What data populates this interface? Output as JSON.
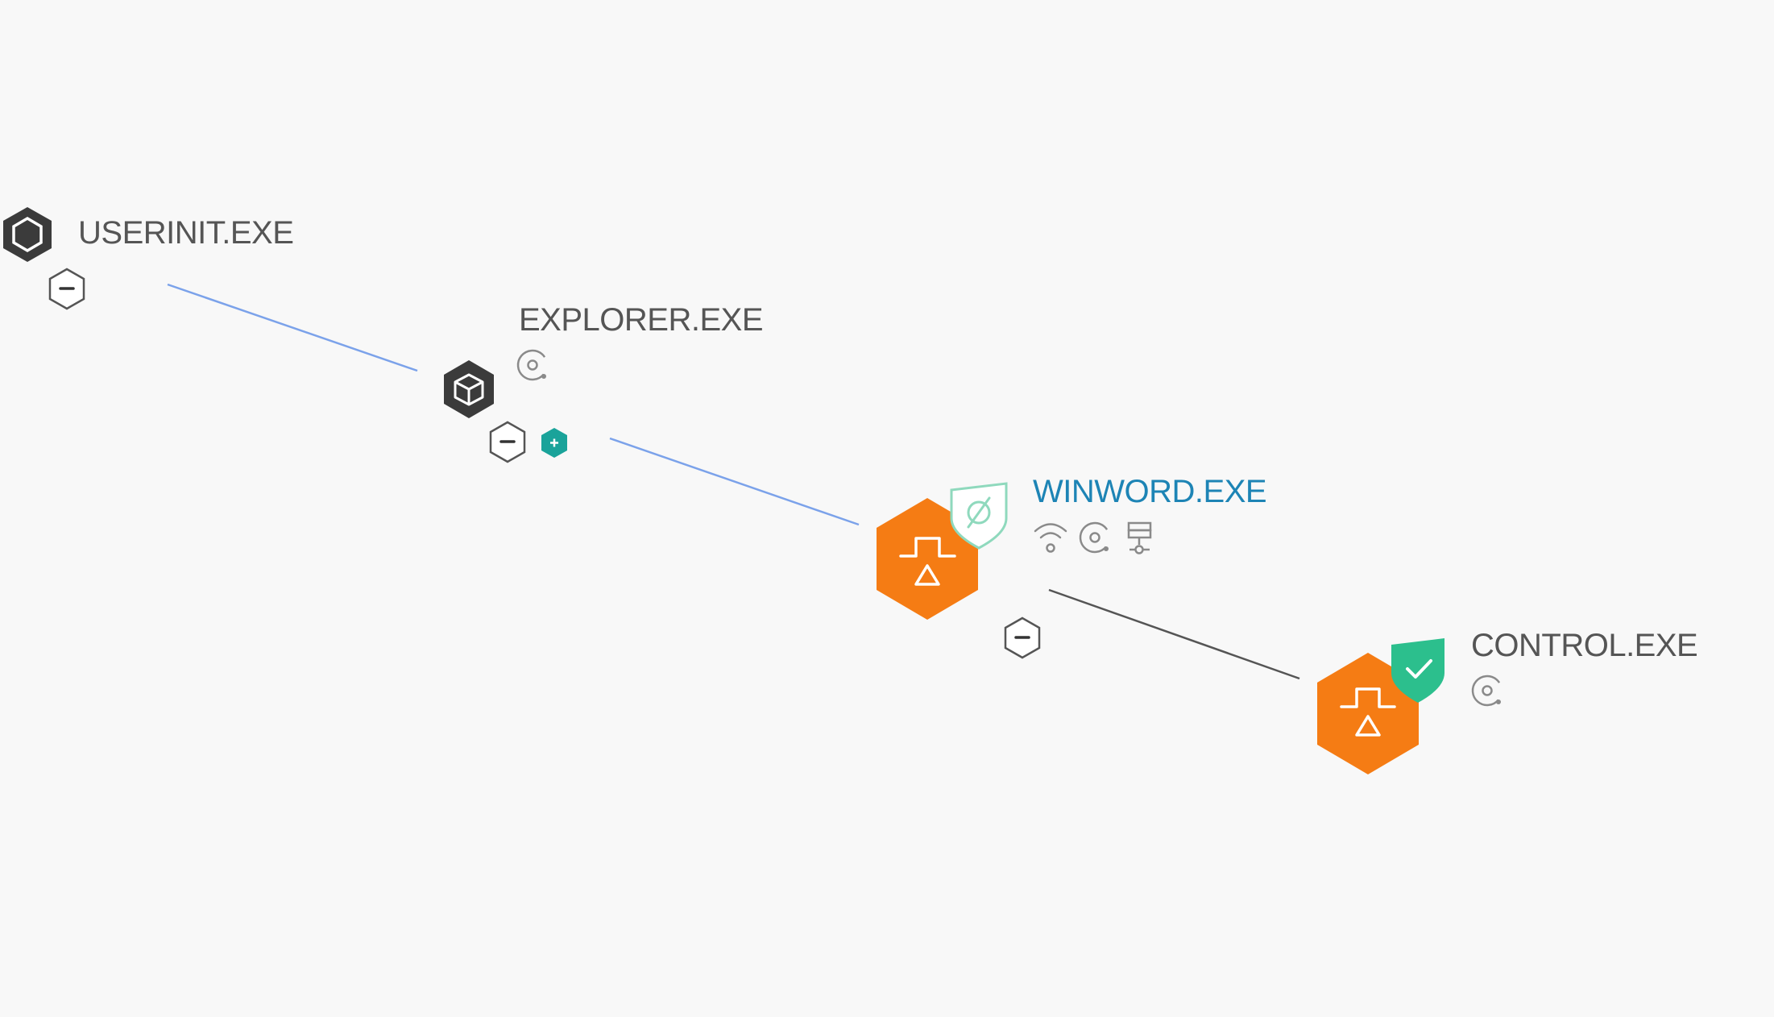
{
  "colors": {
    "background": "#f8f8f8",
    "edge_primary": "#7ba2ea",
    "edge_secondary": "#555555",
    "node_dark": "#3b3b3b",
    "node_alert": "#f57c14",
    "label_default": "#555555",
    "label_selected": "#1d84b5",
    "teal_accent": "#1aa39a",
    "shield_green": "#2cbf8d",
    "shield_outline": "#8fd9bd",
    "icon_gray": "#8a8a8a"
  },
  "nodes": [
    {
      "id": "userinit",
      "label": "USERINIT.EXE",
      "icon": "hexagon-process-icon",
      "status_icons": [],
      "collapse": "collapse-button"
    },
    {
      "id": "explorer",
      "label": "EXPLORER.EXE",
      "icon": "cube-process-icon",
      "status_icons": [
        "disk-activity-icon"
      ],
      "collapse": "collapse-button",
      "extra": "teal-expand-hex-icon"
    },
    {
      "id": "winword",
      "label": "WINWORD.EXE",
      "selected": true,
      "icon": "alert-process-icon",
      "badge": "unsigned-shield-icon",
      "status_icons": [
        "network-icon",
        "disk-activity-icon",
        "registry-icon"
      ],
      "collapse": "collapse-button"
    },
    {
      "id": "control",
      "label": "CONTROL.EXE",
      "icon": "alert-process-icon",
      "badge": "signed-shield-icon",
      "status_icons": [
        "disk-activity-icon"
      ]
    }
  ],
  "edges": [
    {
      "from": "userinit",
      "to": "explorer",
      "style": "primary"
    },
    {
      "from": "explorer",
      "to": "winword",
      "style": "primary"
    },
    {
      "from": "winword",
      "to": "control",
      "style": "secondary"
    }
  ]
}
